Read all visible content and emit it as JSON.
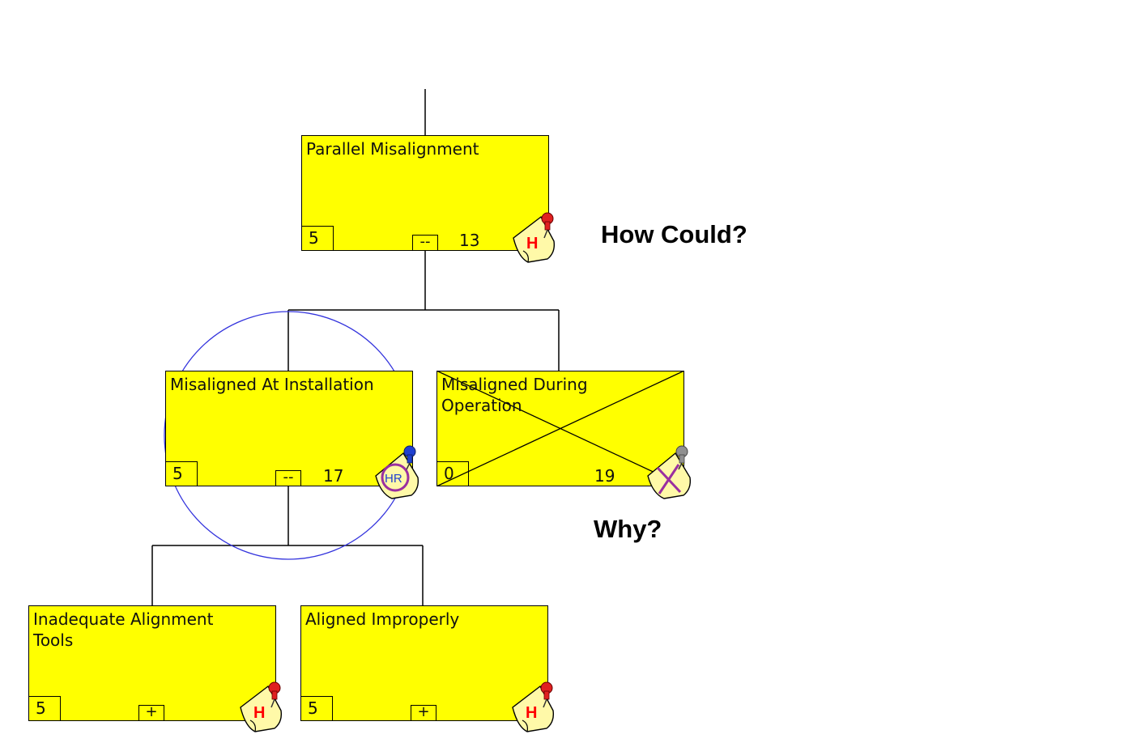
{
  "labels": {
    "how": "How Could?",
    "why": "Why?"
  },
  "nodes": [
    {
      "title": "Parallel Misalignment",
      "rank": "5",
      "toggle": "--",
      "id": "13",
      "note": "H"
    },
    {
      "title": "Misaligned At Installation",
      "rank": "5",
      "toggle": "--",
      "id": "17",
      "note": "HR"
    },
    {
      "title": "Misaligned During Operation",
      "rank": "0",
      "toggle": "",
      "id": "19",
      "note": ""
    },
    {
      "title": "Inadequate Alignment Tools",
      "rank": "5",
      "toggle": "+",
      "id": "",
      "note": "H"
    },
    {
      "title": "Aligned Improperly",
      "rank": "5",
      "toggle": "+",
      "id": "",
      "note": "H"
    }
  ],
  "colors": {
    "node_fill": "#ffff00",
    "highlight_circle": "#3333dd",
    "note_pin_red": "#e02020",
    "note_pin_blue": "#2040d0",
    "note_pin_gray": "#909090",
    "note_mark": "#ff0000",
    "hr_ring": "#9b2fa0"
  },
  "icons": {
    "note": "sticky-note-pin-icon",
    "crossed_note": "sticky-note-crossed-icon"
  }
}
